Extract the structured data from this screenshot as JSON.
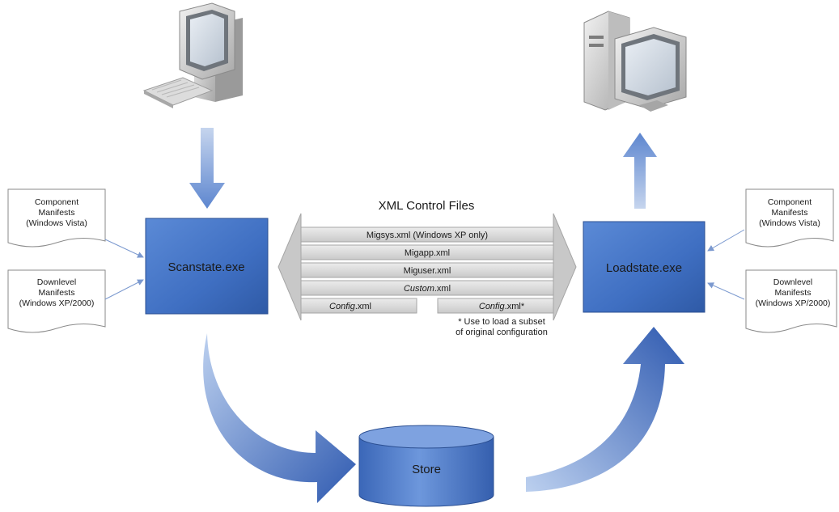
{
  "title": "XML Control Files",
  "scanstate": {
    "label": "Scanstate.exe"
  },
  "loadstate": {
    "label": "Loadstate.exe"
  },
  "store": {
    "label": "Store"
  },
  "left_docs": [
    {
      "lines": [
        "Component",
        "Manifests",
        "(Windows Vista)"
      ]
    },
    {
      "lines": [
        "Downlevel",
        "Manifests",
        "(Windows XP/2000)"
      ]
    }
  ],
  "right_docs": [
    {
      "lines": [
        "Component",
        "Manifests",
        "(Windows Vista)"
      ]
    },
    {
      "lines": [
        "Downlevel",
        "Manifests",
        "(Windows XP/2000)"
      ]
    }
  ],
  "xml_files": [
    {
      "text": "Migsys.xml (Windows XP only)"
    },
    {
      "text": "Migapp.xml"
    },
    {
      "text": "Miguser.xml"
    },
    {
      "text": "Custom.xml",
      "italic_part": "Custom"
    }
  ],
  "config_left": {
    "italic": "Config",
    "rest": ".xml"
  },
  "config_right": {
    "italic": "Config",
    "rest": ".xml*"
  },
  "footnote": {
    "lines": [
      "* Use to load a subset",
      "of original configuration"
    ]
  },
  "colors": {
    "box_blue": "#3f6fc2",
    "arrow_blue": "#4a75c4",
    "band_gray": "#d7d7d7",
    "store_blue": "#5a86d2"
  },
  "icons": {
    "left": "desktop-computer-icon",
    "right": "desktop-computer-icon"
  }
}
